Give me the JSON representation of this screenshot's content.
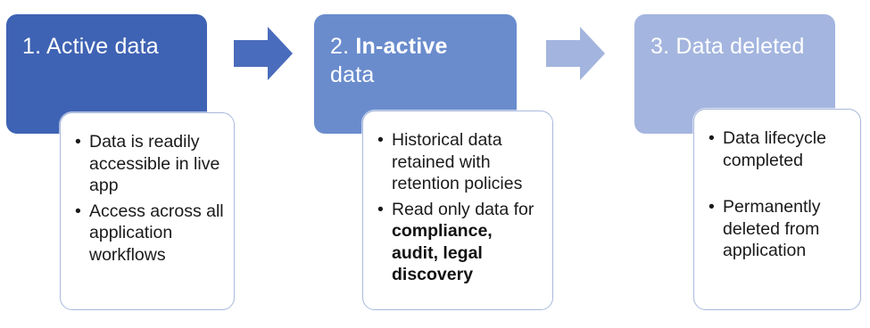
{
  "colors": {
    "stage1": "#3f63b4",
    "stage2": "#6a8ccd",
    "stage3": "#a4b5df",
    "arrow1": "#4a6cbc",
    "arrow2": "#a3b4de",
    "card_border": "#a9b9dc"
  },
  "stages": [
    {
      "number": "1.",
      "title": "Active data",
      "title_bold": "",
      "title_rest": "",
      "bullets": [
        {
          "text": "Data is readily accessible in live app"
        },
        {
          "text": "Access across all application workflows"
        }
      ]
    },
    {
      "number": "2.",
      "title": "",
      "title_bold": "In-active",
      "title_rest": "data",
      "bullets": [
        {
          "text": "Historical data retained with retention policies"
        },
        {
          "text": "Read only data for ",
          "bold": "compliance, audit, legal discovery"
        }
      ]
    },
    {
      "number": "3.",
      "title": "Data deleted",
      "title_bold": "",
      "title_rest": "",
      "bullets": [
        {
          "text": "Data lifecycle completed"
        },
        {
          "text": "Permanently deleted from application"
        }
      ]
    }
  ],
  "arrows": [
    {
      "icon": "right-arrow-icon"
    },
    {
      "icon": "right-arrow-icon"
    }
  ]
}
